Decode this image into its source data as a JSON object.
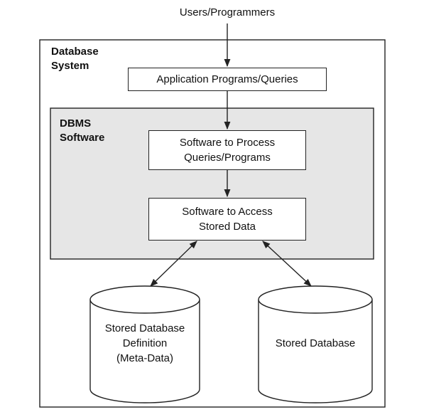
{
  "users_label": "Users/Programmers",
  "database_system_label": "Database\nSystem",
  "dbms_software_label": "DBMS\nSoftware",
  "app_programs_label": "Application Programs/Queries",
  "process_label": "Software to Process\nQueries/Programs",
  "access_label": "Software to Access\nStored Data",
  "meta_db_label": "Stored Database\nDefinition\n(Meta-Data)",
  "stored_db_label": "Stored Database",
  "colors": {
    "line": "#222222",
    "dbms_fill": "#e6e6e6",
    "background": "#ffffff"
  }
}
